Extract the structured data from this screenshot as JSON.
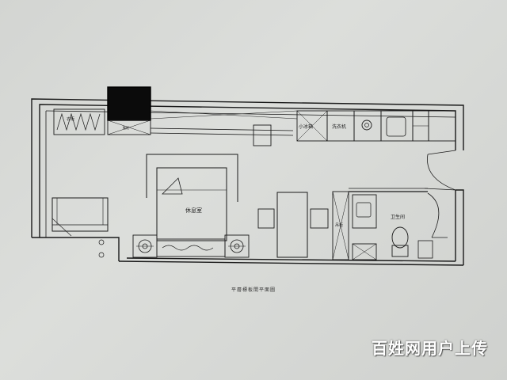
{
  "plan": {
    "caption": "平層標板間平面圖",
    "rooms": {
      "bedroom": "休息室",
      "bathroom": "卫生间",
      "wardrobe": "衣柜",
      "shoe_cabinet": "鞋柜",
      "fridge": "小冰箱",
      "washer": "洗衣机",
      "shelf": "吊柜"
    }
  },
  "watermark": "百姓网用户上传"
}
